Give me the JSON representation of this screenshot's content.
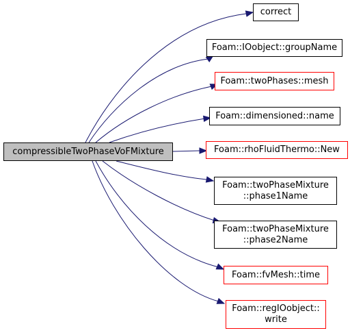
{
  "root": {
    "label": "compressibleTwoPhaseVoFMixture",
    "fill": "#bfbfbf"
  },
  "colors": {
    "edge": "#191970",
    "normal_border": "#000000",
    "incomplete_border": "#ff0000"
  },
  "nodes": [
    {
      "id": "correct",
      "lines": [
        "correct"
      ],
      "border": "#000000"
    },
    {
      "id": "groupName",
      "lines": [
        "Foam::IOobject::groupName"
      ],
      "border": "#000000"
    },
    {
      "id": "mesh",
      "lines": [
        "Foam::twoPhases::mesh"
      ],
      "border": "#ff0000"
    },
    {
      "id": "name",
      "lines": [
        "Foam::dimensioned::name"
      ],
      "border": "#000000"
    },
    {
      "id": "New",
      "lines": [
        "Foam::rhoFluidThermo::New"
      ],
      "border": "#ff0000"
    },
    {
      "id": "phase1Name",
      "lines": [
        "Foam::twoPhaseMixture",
        "::phase1Name"
      ],
      "border": "#000000"
    },
    {
      "id": "phase2Name",
      "lines": [
        "Foam::twoPhaseMixture",
        "::phase2Name"
      ],
      "border": "#000000"
    },
    {
      "id": "time",
      "lines": [
        "Foam::fvMesh::time"
      ],
      "border": "#ff0000"
    },
    {
      "id": "write",
      "lines": [
        "Foam::regIOobject::",
        "write"
      ],
      "border": "#ff0000"
    }
  ]
}
